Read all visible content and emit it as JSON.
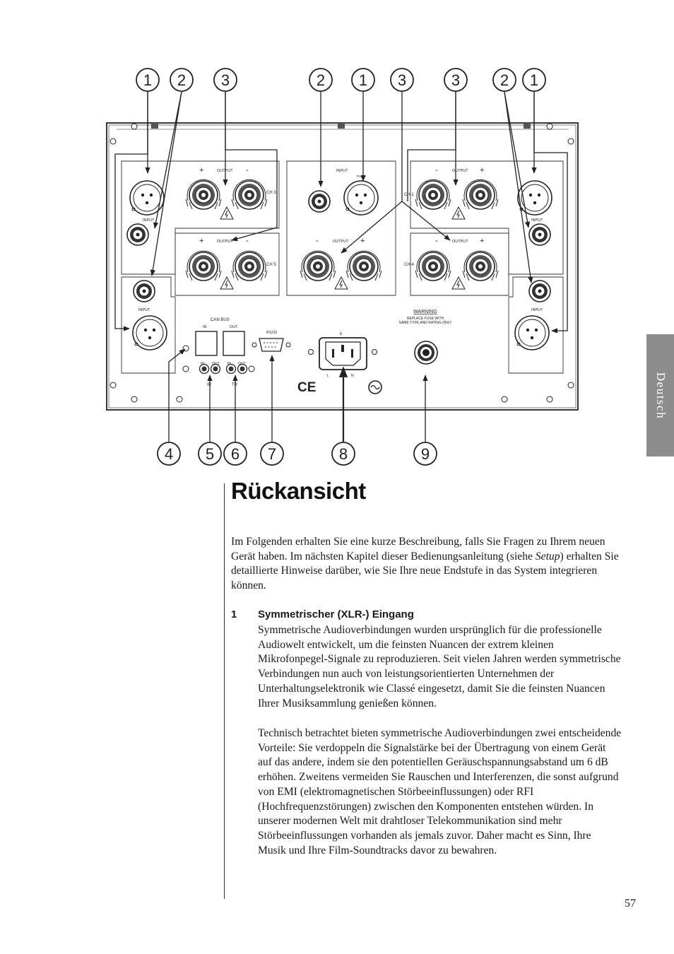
{
  "side_tab": "Deutsch",
  "callouts_top": [
    "1",
    "2",
    "3",
    "2",
    "1",
    "3",
    "3",
    "2",
    "1"
  ],
  "callouts_bottom": [
    "4",
    "5",
    "6",
    "7",
    "8",
    "9"
  ],
  "panel": {
    "input": "INPUT",
    "output": "OUTPUT",
    "push": "PUSH",
    "ch1": "CH 1",
    "ch3": "CH 3",
    "ch4": "CH 4",
    "ch5": "CH 5",
    "plus": "+",
    "minus": "-",
    "can_bus": "CAN BUS",
    "in": "IN",
    "out": "OUT",
    "rs232": "RS232",
    "ir": "IR",
    "tr": "TR",
    "warning": "WARNING",
    "warning_line1": "REPLACE FUSE WITH",
    "warning_line2": "SAME TYPE AND RATING ONLY",
    "ce": "CE",
    "iec_e": "E",
    "iec_l": "L",
    "iec_n": "N"
  },
  "heading": "Rückansicht",
  "intro_a": "Im Folgenden erhalten Sie eine kurze Beschreibung, falls Sie Fragen zu Ihrem neuen Gerät haben. Im nächsten Kapitel dieser Bedienungsanleitung (siehe ",
  "intro_em": "Setup",
  "intro_b": ") erhalten Sie detaillierte Hinweise darüber, wie Sie Ihre neue Endstufe in das System integrieren können.",
  "section_number": "1",
  "section_title": "Symmetrischer (XLR-) Eingang",
  "para1": "Symmetrische Audioverbindungen wurden ursprünglich für die professionelle Audiowelt entwickelt, um die feinsten Nuancen der extrem kleinen Mikrofonpegel-Signale zu reproduzieren. Seit vielen Jahren werden symmetrische Verbindungen nun auch von leistungsorientierten Unternehmen der Unterhaltungselektronik wie Classé eingesetzt, damit Sie die feinsten Nuancen Ihrer Musiksammlung genießen können.",
  "para2": "Technisch betrachtet bieten symmetrische Audioverbindungen zwei entscheidende Vorteile: Sie verdoppeln die Signalstärke bei der Übertragung von einem Gerät auf das andere, indem sie den potentiellen Geräuschspannungsabstand um 6 dB erhöhen. Zweitens vermeiden Sie Rauschen und Interferenzen, die sonst aufgrund von EMI (elektromagnetischen Störbeeinflussungen) oder RFI (Hochfrequenzstörungen) zwischen den Komponenten entstehen würden. In unserer modernen Welt mit drahtloser Telekommunikation sind mehr Störbeeinflussungen vorhanden als jemals zuvor. Daher macht es Sinn, Ihre Musik und Ihre Film-Soundtracks davor zu bewahren.",
  "page_number": "57"
}
